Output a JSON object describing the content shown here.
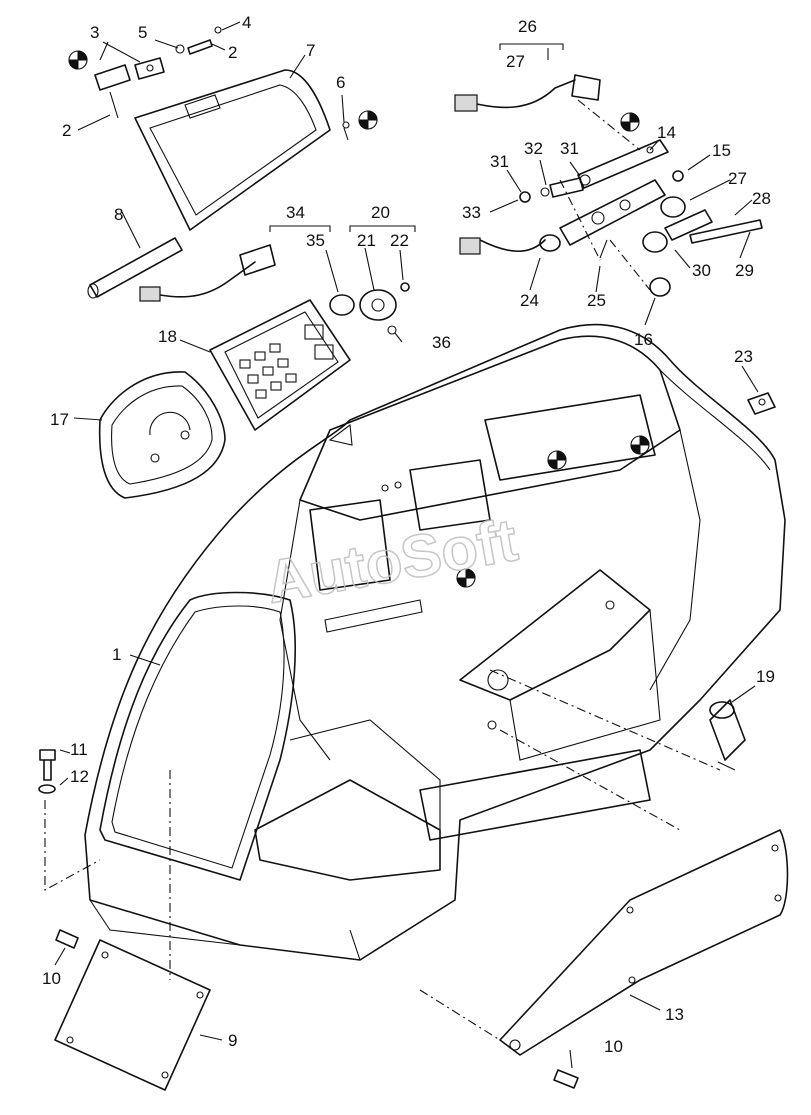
{
  "watermark": "AutoSoft",
  "callouts": {
    "c1": "1",
    "c2a": "2",
    "c2b": "2",
    "c3": "3",
    "c4": "4",
    "c5": "5",
    "c6": "6",
    "c7": "7",
    "c8": "8",
    "c9": "9",
    "c10a": "10",
    "c10b": "10",
    "c11": "11",
    "c12": "12",
    "c13": "13",
    "c14": "14",
    "c15": "15",
    "c16": "16",
    "c17": "17",
    "c18": "18",
    "c19": "19",
    "c20": "20",
    "c21": "21",
    "c22": "22",
    "c23": "23",
    "c24": "24",
    "c25": "25",
    "c26": "26",
    "c27a": "27",
    "c27b": "27",
    "c28": "28",
    "c29": "29",
    "c30": "30",
    "c31a": "31",
    "c31b": "31",
    "c32": "32",
    "c33": "33",
    "c34": "34",
    "c35": "35",
    "c36": "36"
  }
}
